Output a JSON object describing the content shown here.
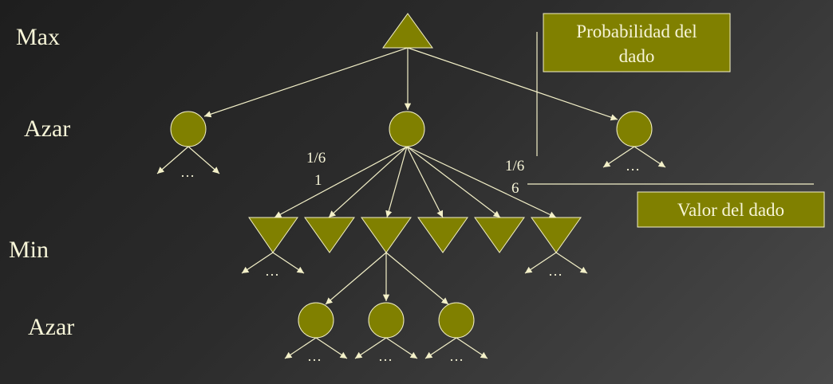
{
  "levels": {
    "max": "Max",
    "azar1": "Azar",
    "min": "Min",
    "azar2": "Azar"
  },
  "ellipsis": "…",
  "prob_label_left": {
    "line1": "1/6",
    "line2": "1"
  },
  "prob_label_right": {
    "line1": "1/6",
    "line2": "6"
  },
  "callouts": {
    "probability": {
      "line1": "Probabilidad del",
      "line2": "dado"
    },
    "die_value": "Valor del dado"
  },
  "colors": {
    "node_fill": "#808000",
    "line": "#f3f0c8",
    "text": "#f7f5d8"
  }
}
